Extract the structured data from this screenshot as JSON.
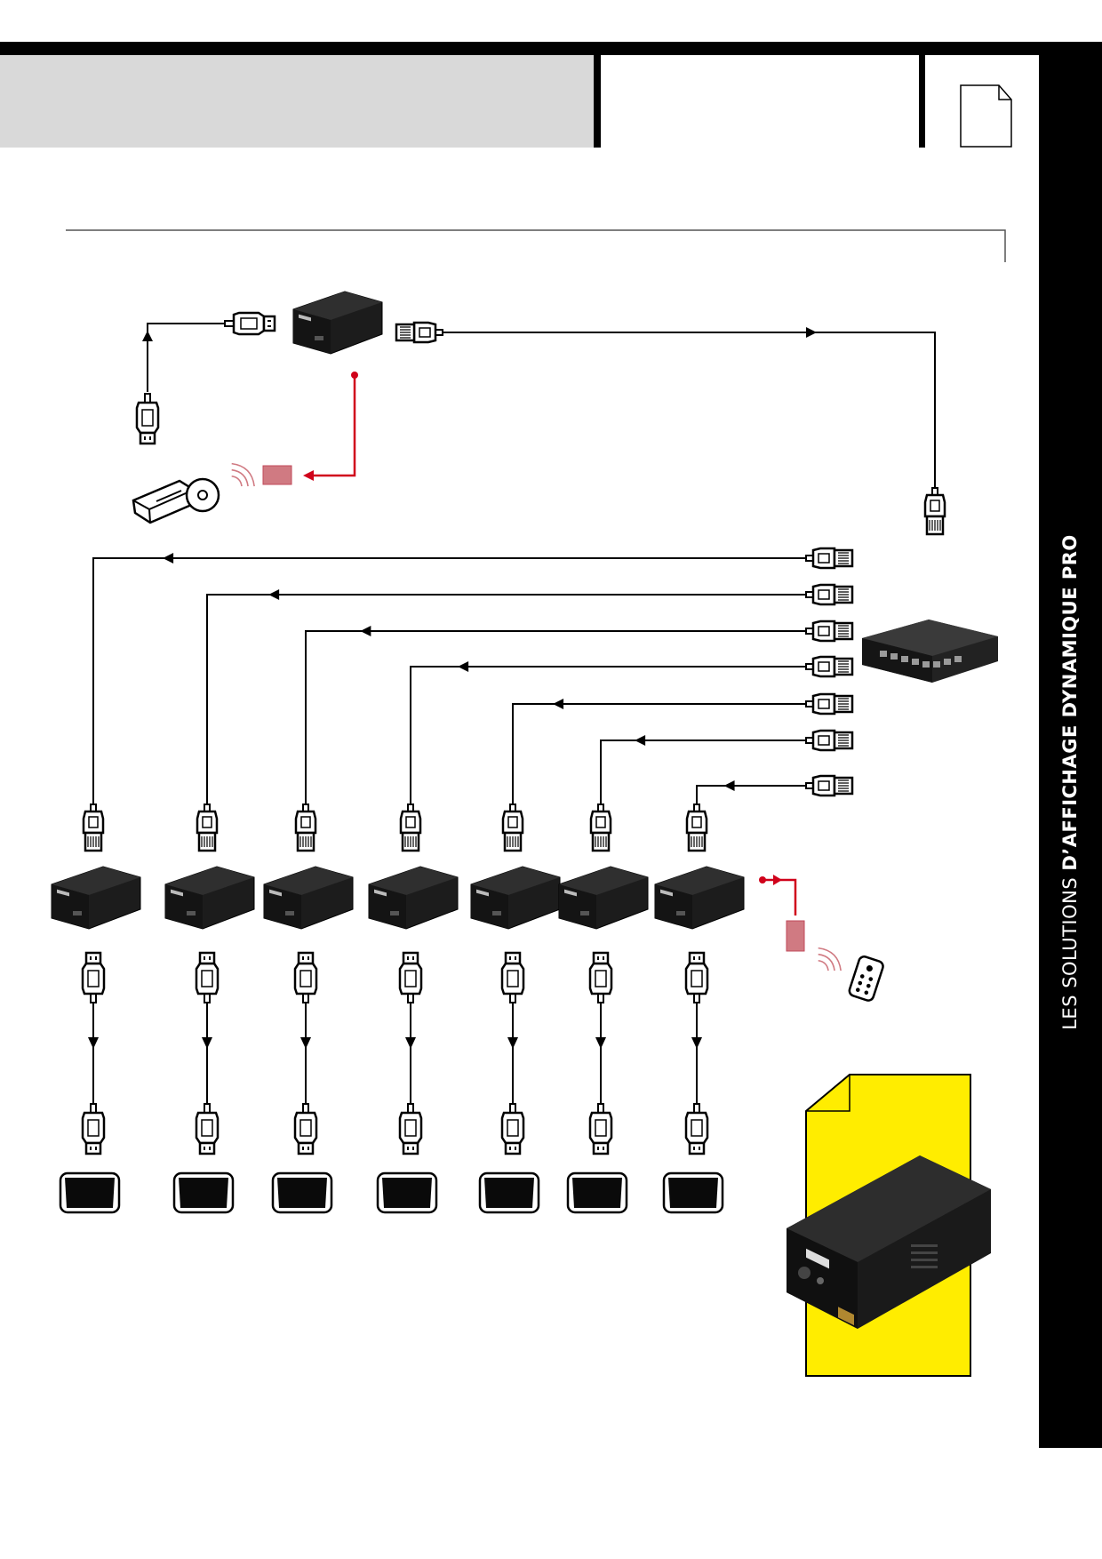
{
  "sidebar": {
    "text_light": "LES SOLUTIONS ",
    "text_bold": "D’AFFICHAGE DYNAMIQUE PRO"
  },
  "colors": {
    "band": "#000000",
    "title_box": "#d9d9d9",
    "ir_line": "#d0021b",
    "ir_box": "#d07a82",
    "highlight": "#ffed00",
    "device": "#1c1c1c"
  },
  "diagram": {
    "source_icon": "media-player-icon",
    "transmitter_icon": "hdmi-extender-transmitter-icon",
    "switch_icon": "network-switch-icon",
    "receiver_icon": "hdmi-extender-receiver-icon",
    "display_icon": "display-screen-icon",
    "remote_icon": "remote-control-icon",
    "receiver_count": 7
  }
}
